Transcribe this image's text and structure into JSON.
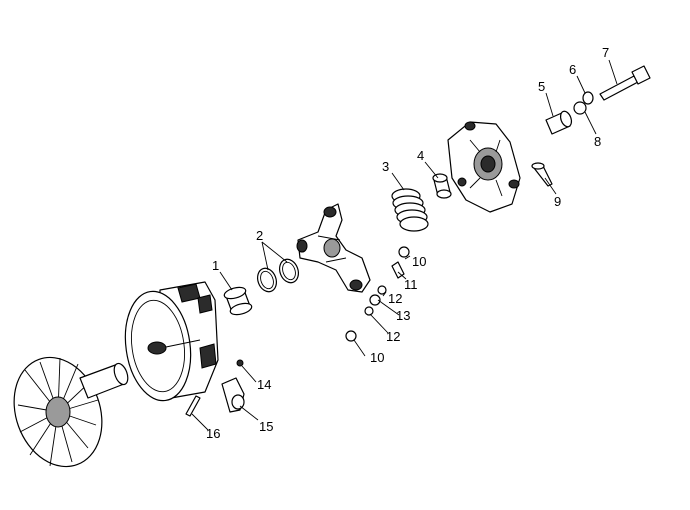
{
  "callouts": {
    "c1": "1",
    "c2": "2",
    "c3": "3",
    "c4": "4",
    "c5": "5",
    "c6": "6",
    "c7": "7",
    "c8": "8",
    "c9": "9",
    "c10a": "10",
    "c10b": "10",
    "c11": "11",
    "c12a": "12",
    "c12b": "12",
    "c13": "13",
    "c14": "14",
    "c15": "15",
    "c16": "16"
  }
}
